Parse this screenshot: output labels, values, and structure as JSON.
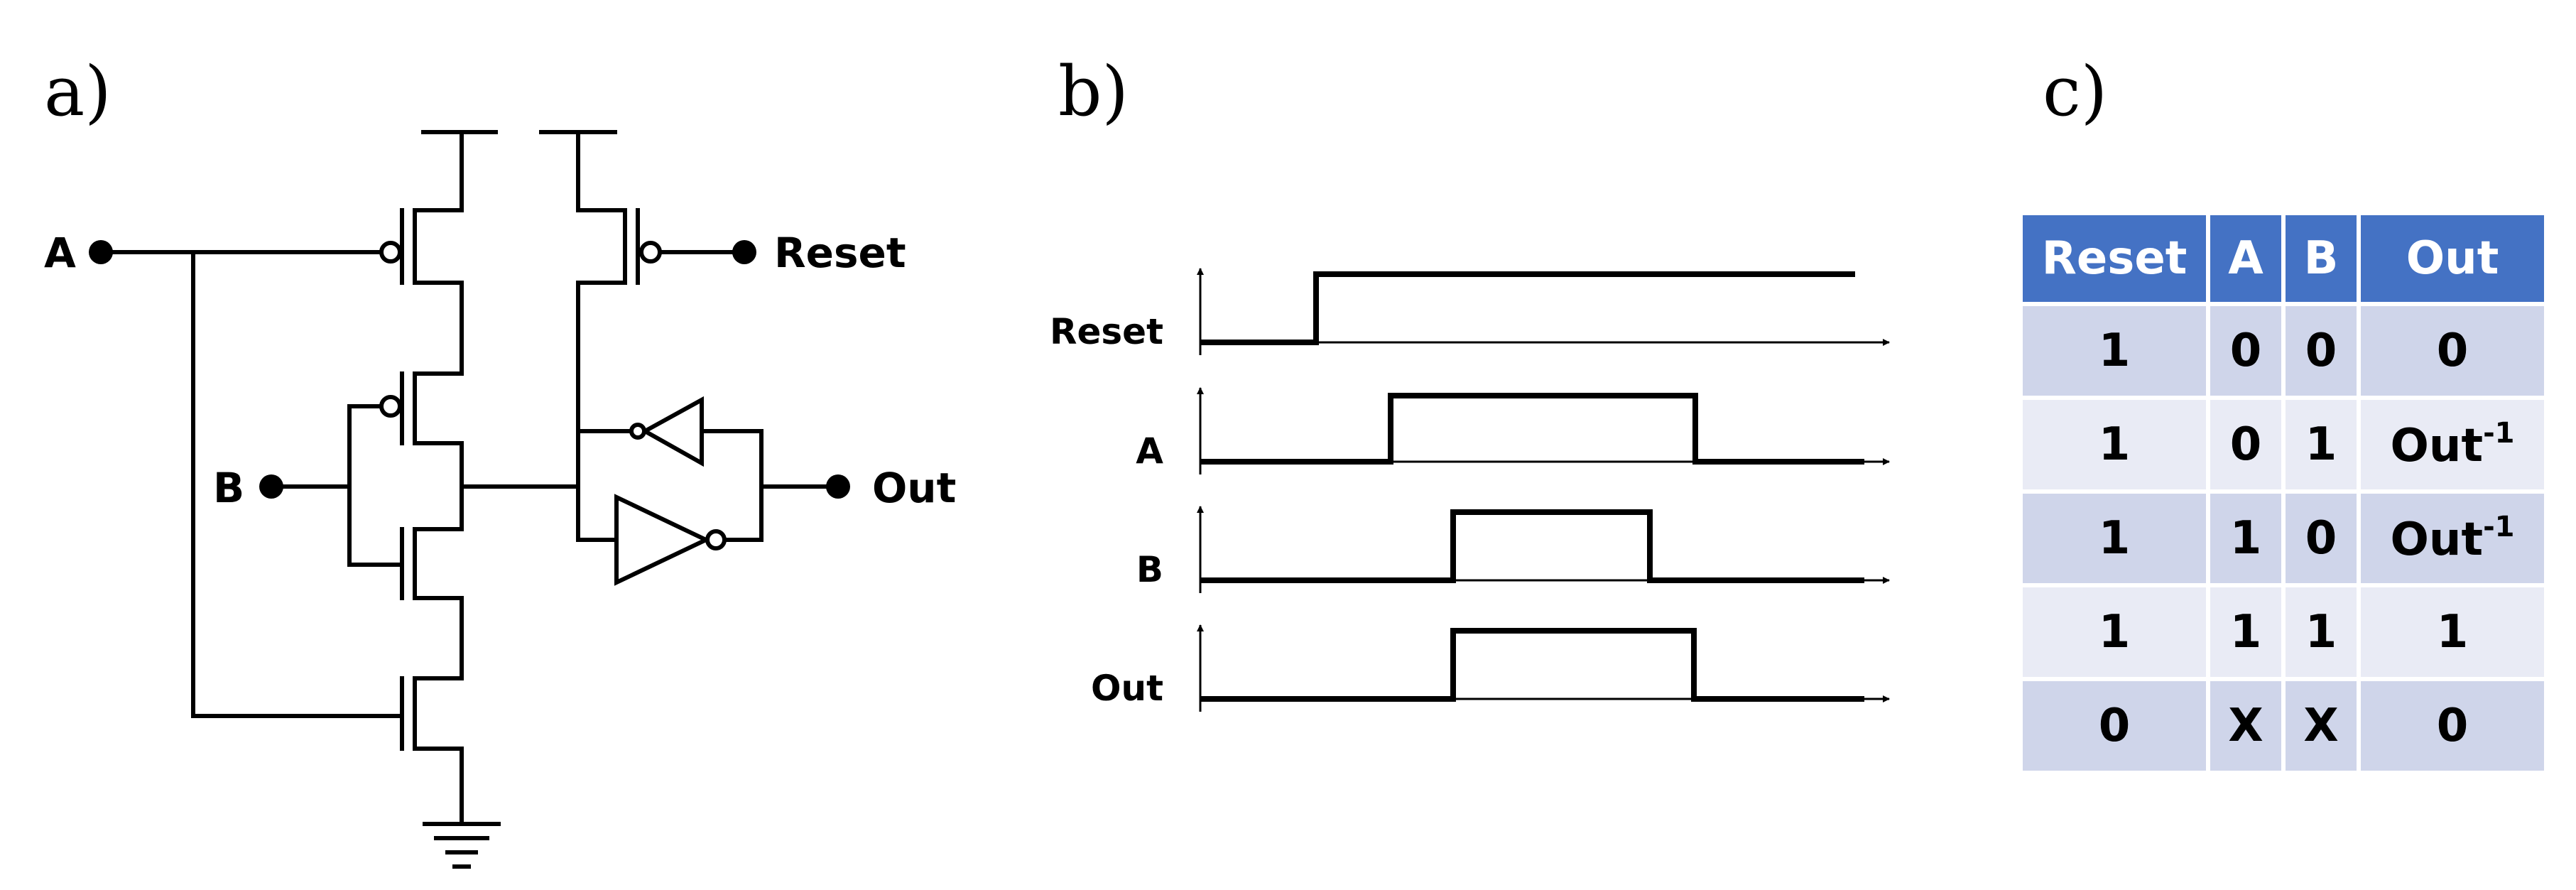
{
  "panels": {
    "a": "a)",
    "b": "b)",
    "c": "c)"
  },
  "circuit": {
    "pins": {
      "a": "A",
      "b": "B",
      "reset": "Reset",
      "out": "Out"
    }
  },
  "timing": {
    "signals": [
      "Reset",
      "A",
      "B",
      "Out"
    ]
  },
  "table": {
    "headers": [
      "Reset",
      "A",
      "B",
      "Out"
    ],
    "rows": [
      [
        {
          "t": "1"
        },
        {
          "t": "0"
        },
        {
          "t": "0"
        },
        {
          "t": "0"
        }
      ],
      [
        {
          "t": "1"
        },
        {
          "t": "0"
        },
        {
          "t": "1"
        },
        {
          "t": "Out",
          "sup": "-1"
        }
      ],
      [
        {
          "t": "1"
        },
        {
          "t": "1"
        },
        {
          "t": "0"
        },
        {
          "t": "Out",
          "sup": "-1"
        }
      ],
      [
        {
          "t": "1"
        },
        {
          "t": "1"
        },
        {
          "t": "1"
        },
        {
          "t": "1"
        }
      ],
      [
        {
          "t": "0"
        },
        {
          "t": "X"
        },
        {
          "t": "X"
        },
        {
          "t": "0"
        }
      ]
    ],
    "colors": {
      "header": "#4472c4",
      "row_odd": "#cfd5ea",
      "row_even": "#e9ebf5"
    }
  }
}
